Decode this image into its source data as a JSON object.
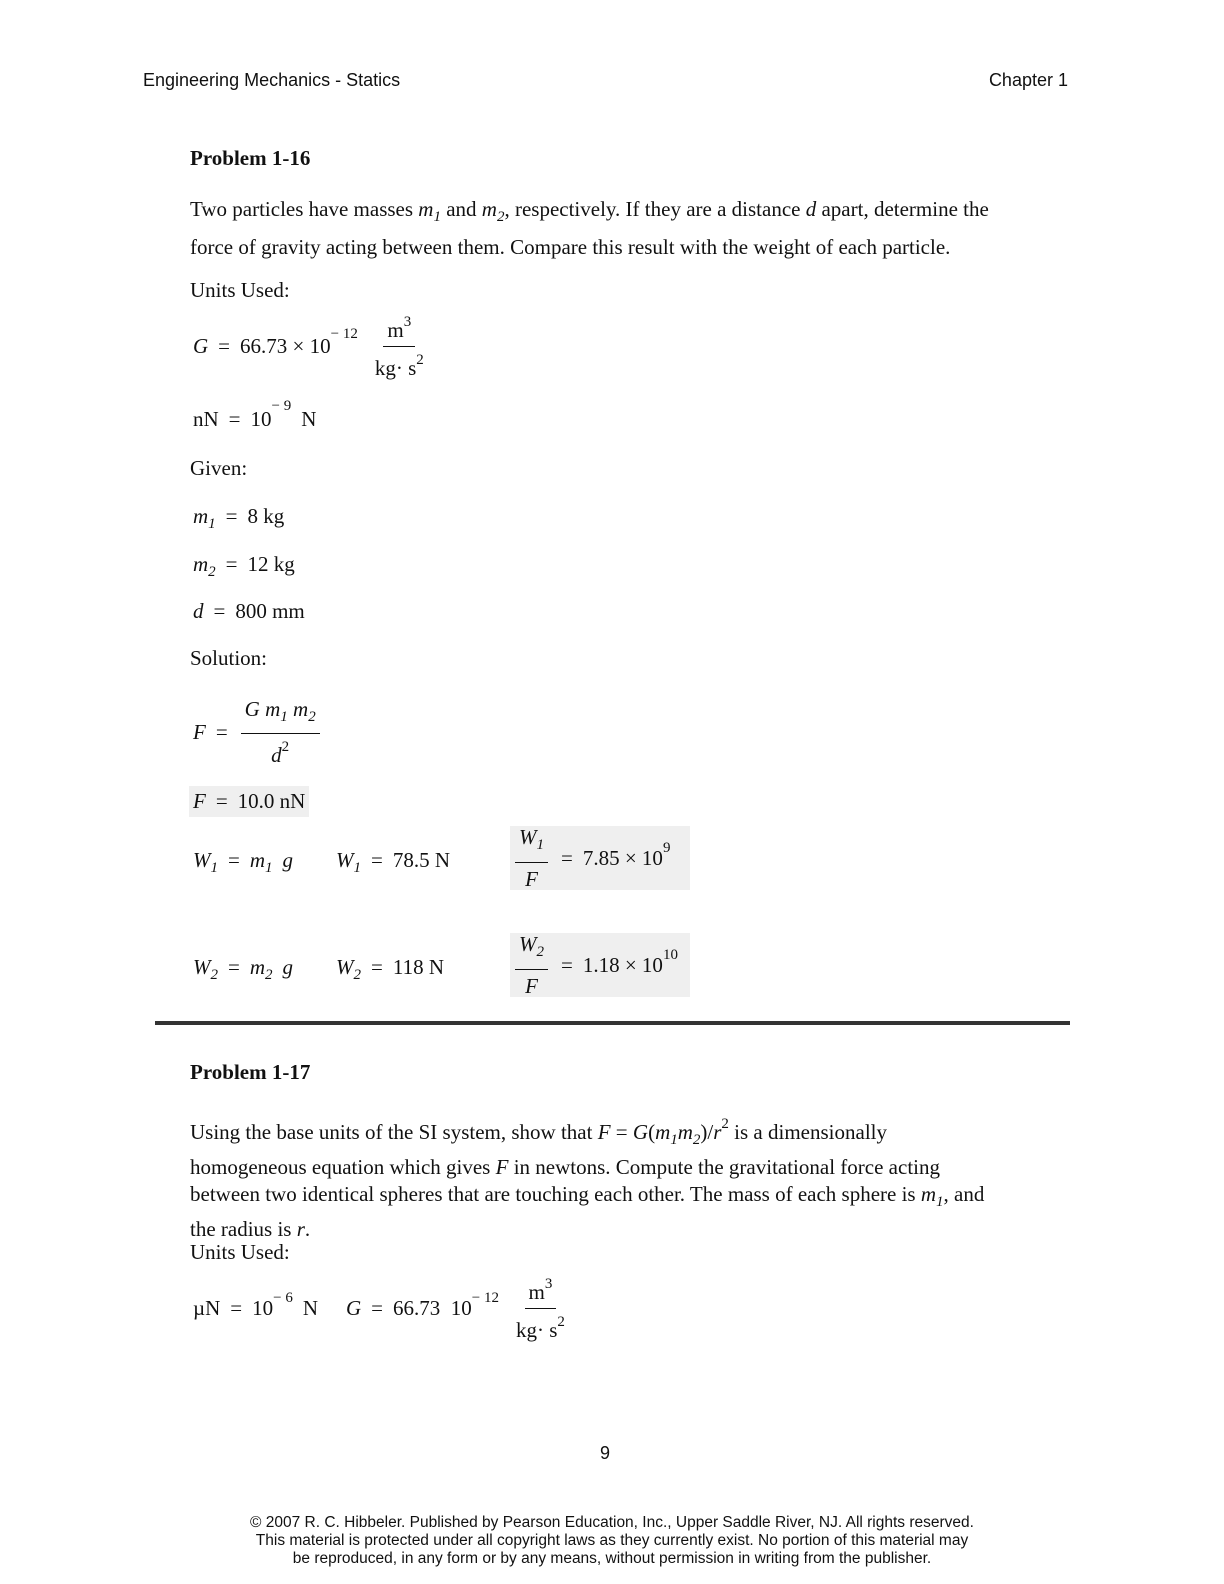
{
  "header": {
    "left": "Engineering Mechanics - Statics",
    "right": "Chapter 1"
  },
  "p16": {
    "title": "Problem 1-16",
    "statement": {
      "t1": "Two particles have masses ",
      "m": "m",
      "s1": "1",
      "t2": " and ",
      "s2": "2",
      "t3": ", respectively. If they are a distance ",
      "d": "d",
      "t4": " apart, determine the force of gravity acting between them. Compare this result with the weight of each particle."
    },
    "units_label": "Units Used:",
    "G_eq": {
      "lhs": "G",
      "eq": "=",
      "coef": "66.73 × 10",
      "exp": "− 12",
      "num": "m",
      "num_exp": "3",
      "den": "kg· s",
      "den_exp": "2"
    },
    "nN_eq": {
      "lhs": "nN",
      "eq": "=",
      "base": "10",
      "exp": "− 9",
      "unit": "N"
    },
    "given_label": "Given:",
    "given": [
      {
        "sym": "m",
        "sub": "1",
        "eq": "=",
        "val": "8 kg"
      },
      {
        "sym": "m",
        "sub": "2",
        "eq": "=",
        "val": "12 kg"
      },
      {
        "sym": "d",
        "sub": "",
        "eq": "=",
        "val": "800 mm"
      }
    ],
    "solution_label": "Solution:",
    "F_formula": {
      "lhs": "F",
      "eq": "=",
      "num": "G m",
      "num_sub1": "1",
      "num_m2": " m",
      "num_sub2": "2",
      "den": "d",
      "den_exp": "2"
    },
    "F_result": {
      "lhs": "F",
      "eq": "=",
      "val": "10.0 nN"
    },
    "w1": {
      "lhs": "W",
      "sub": "1",
      "eq": "=",
      "rhs": "m",
      "rhs_sub": "1",
      "rhs_g": "g",
      "val_lhs": "W",
      "val_sub": "1",
      "val_eq": "=",
      "val": "78.5 N",
      "ratio_num": "W",
      "ratio_num_sub": "1",
      "ratio_den": "F",
      "ratio_eq": "=",
      "ratio_val": "7.85 × 10",
      "ratio_exp": "9"
    },
    "w2": {
      "lhs": "W",
      "sub": "2",
      "eq": "=",
      "rhs": "m",
      "rhs_sub": "2",
      "rhs_g": "g",
      "val_lhs": "W",
      "val_sub": "2",
      "val_eq": "=",
      "val": "118 N",
      "ratio_num": "W",
      "ratio_num_sub": "2",
      "ratio_den": "F",
      "ratio_eq": "=",
      "ratio_val": "1.18 × 10",
      "ratio_exp": "10"
    }
  },
  "p17": {
    "title": "Problem 1-17",
    "statement": {
      "t1": "Using the base units of the SI system, show that ",
      "F": "F",
      "t2": " = ",
      "G": "G",
      "t3": "(",
      "m": "m",
      "s1": "1",
      "s2": "2",
      "t4": ")/",
      "r": "r",
      "exp": "2",
      "t5": " is a dimensionally homogeneous equation which gives ",
      "t6": " in newtons. Compute the gravitational force acting between two identical spheres that are touching each other. The mass of each sphere is ",
      "t7": ", and the radius is ",
      "t8": "."
    },
    "units_label": "Units Used:",
    "uN_eq": {
      "lhs": "µN",
      "eq": "=",
      "base": "10",
      "exp": "− 6",
      "unit": "N"
    },
    "G_eq": {
      "lhs": "G",
      "eq": "=",
      "coef": "66.73  10",
      "exp": "− 12",
      "num": "m",
      "num_exp": "3",
      "den": "kg· s",
      "den_exp": "2"
    }
  },
  "page_number": "9",
  "footer": {
    "line1": "© 2007 R. C. Hibbeler. Published by Pearson Education, Inc., Upper Saddle River, NJ. All rights reserved.",
    "line2": "This material is protected under all copyright laws as they currently exist. No portion of this material may",
    "line3": "be reproduced, in any form or by any means, without permission in writing from the publisher."
  }
}
